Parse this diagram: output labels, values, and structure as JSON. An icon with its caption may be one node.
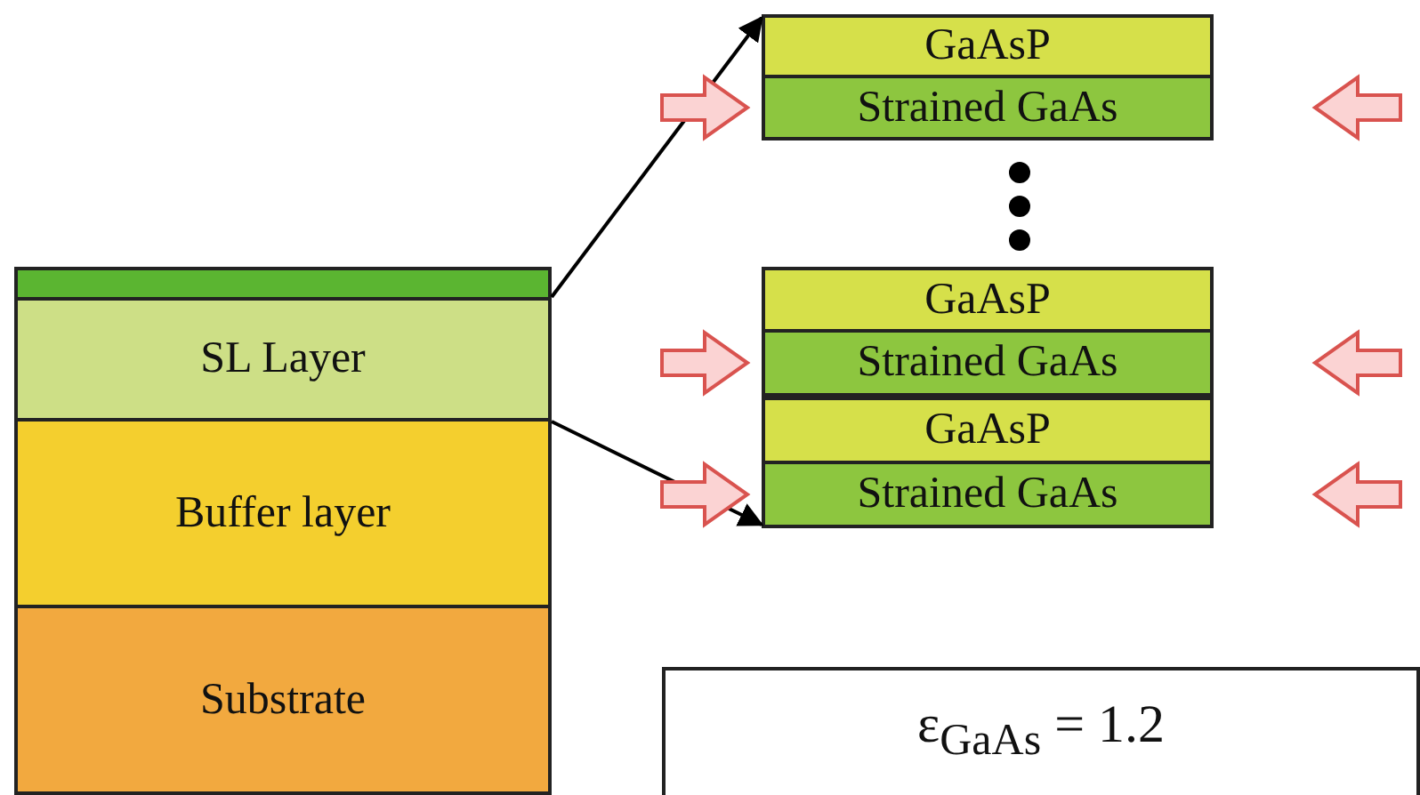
{
  "diagram": {
    "nodes": [
      {
        "text": [],
        "shape": "bar"
      },
      {
        "text": [
          "SL Layer"
        ]
      },
      {
        "text": [
          "Buffer layer"
        ]
      },
      {
        "text": [
          "Substrate"
        ]
      },
      {
        "text": [
          "GaAsP"
        ]
      },
      {
        "text": [
          "Strained GaAs"
        ]
      },
      {
        "text": [
          "GaAsP"
        ]
      },
      {
        "text": [
          "Strained GaAs"
        ]
      },
      {
        "text": [
          "GaAsP"
        ]
      },
      {
        "text": [
          "Strained GaAs"
        ]
      },
      {
        "text": [
          "ε$_{GaAs}$ = 1.2"
        ]
      }
    ],
    "edges": [
      {
        "from": 1,
        "to": 4,
        "arrow": "to"
      },
      {
        "from": 1,
        "to": 9,
        "arrow": "to"
      }
    ]
  }
}
